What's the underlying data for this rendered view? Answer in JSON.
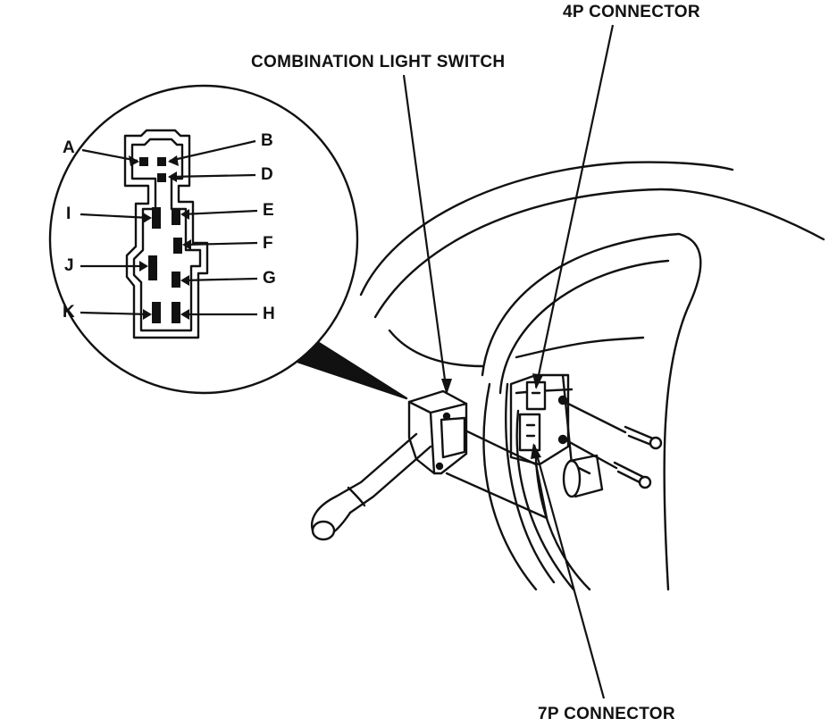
{
  "callouts": {
    "four_p_connector": "4P CONNECTOR",
    "combination_light_switch": "COMBINATION LIGHT SWITCH",
    "seven_p_connector": "7P CONNECTOR"
  },
  "pins": {
    "a": "A",
    "b": "B",
    "d": "D",
    "e": "E",
    "f": "F",
    "g": "G",
    "h": "H",
    "i": "I",
    "j": "J",
    "k": "K"
  },
  "colors": {
    "ink": "#111111",
    "paper": "#ffffff"
  }
}
